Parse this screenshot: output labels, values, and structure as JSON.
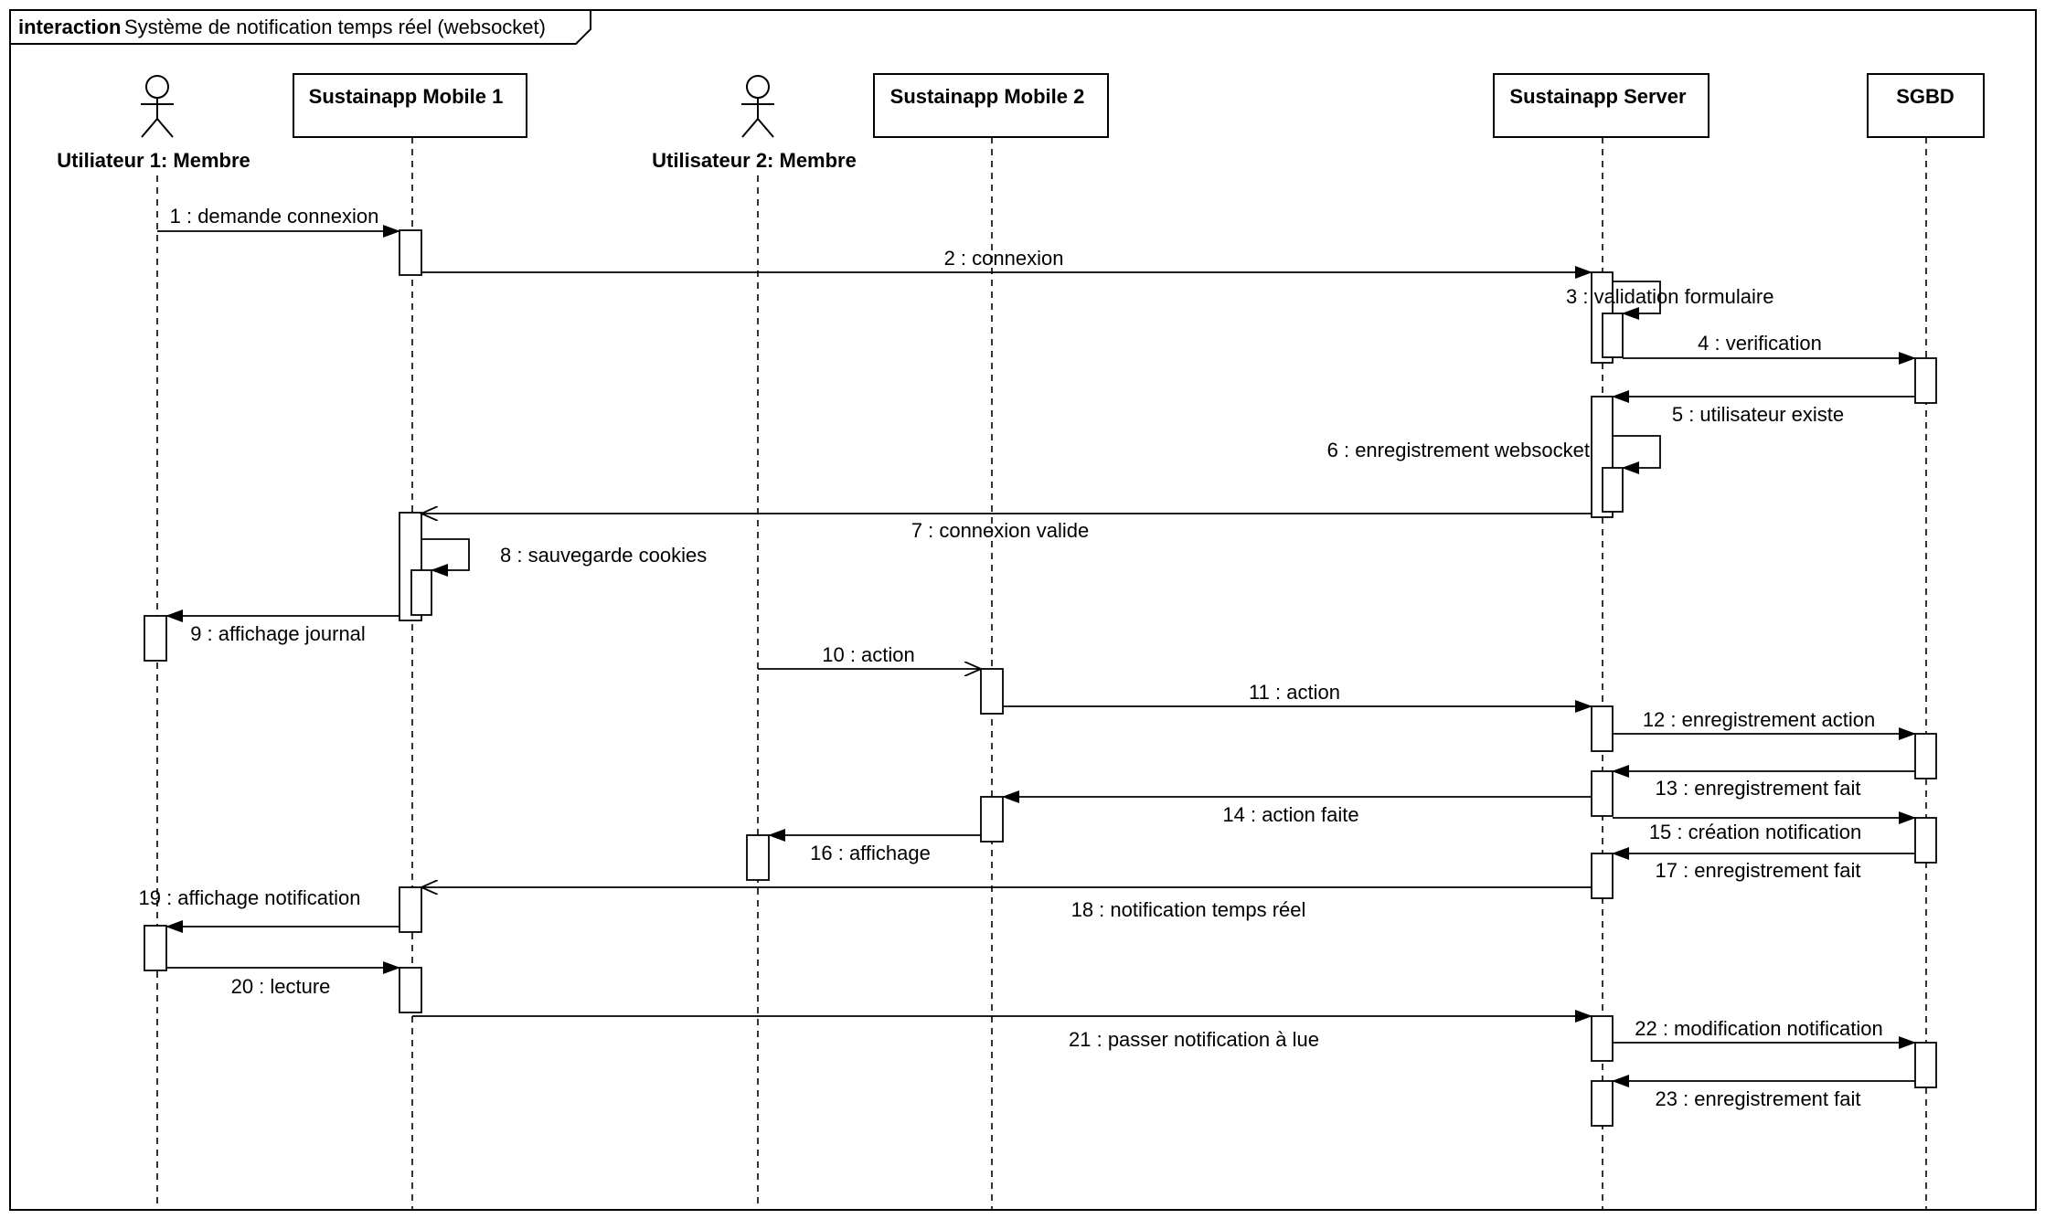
{
  "frame": {
    "keyword": "interaction",
    "title": "Système de notification temps réel (websocket)"
  },
  "lifelines": [
    {
      "id": "user1",
      "kind": "actor",
      "label": "Utiliateur 1: Membre"
    },
    {
      "id": "mobile1",
      "kind": "box",
      "label": "Sustainapp Mobile 1"
    },
    {
      "id": "user2",
      "kind": "actor",
      "label": "Utilisateur 2: Membre"
    },
    {
      "id": "mobile2",
      "kind": "box",
      "label": "Sustainapp Mobile 2"
    },
    {
      "id": "server",
      "kind": "box",
      "label": "Sustainapp Server"
    },
    {
      "id": "sgbd",
      "kind": "box",
      "label": "SGBD"
    }
  ],
  "messages": [
    {
      "n": 1,
      "label": "1 : demande connexion",
      "from": "user1",
      "to": "mobile1",
      "arrow": "sync"
    },
    {
      "n": 2,
      "label": "2 : connexion",
      "from": "mobile1",
      "to": "server",
      "arrow": "sync"
    },
    {
      "n": 3,
      "label": "3 : validation formulaire",
      "from": "server",
      "to": "server",
      "arrow": "sync"
    },
    {
      "n": 4,
      "label": "4 : verification",
      "from": "server",
      "to": "sgbd",
      "arrow": "sync"
    },
    {
      "n": 5,
      "label": "5 : utilisateur existe",
      "from": "sgbd",
      "to": "server",
      "arrow": "sync"
    },
    {
      "n": 6,
      "label": "6 : enregistrement websocket",
      "from": "server",
      "to": "server",
      "arrow": "sync"
    },
    {
      "n": 7,
      "label": "7 : connexion valide",
      "from": "server",
      "to": "mobile1",
      "arrow": "open"
    },
    {
      "n": 8,
      "label": "8 : sauvegarde cookies",
      "from": "mobile1",
      "to": "mobile1",
      "arrow": "sync"
    },
    {
      "n": 9,
      "label": "9 : affichage journal",
      "from": "mobile1",
      "to": "user1",
      "arrow": "sync"
    },
    {
      "n": 10,
      "label": "10 : action",
      "from": "user2",
      "to": "mobile2",
      "arrow": "open"
    },
    {
      "n": 11,
      "label": "11 : action",
      "from": "mobile2",
      "to": "server",
      "arrow": "sync"
    },
    {
      "n": 12,
      "label": "12 : enregistrement action",
      "from": "server",
      "to": "sgbd",
      "arrow": "sync"
    },
    {
      "n": 13,
      "label": "13 : enregistrement fait",
      "from": "sgbd",
      "to": "server",
      "arrow": "sync"
    },
    {
      "n": 14,
      "label": "14 : action faite",
      "from": "server",
      "to": "mobile2",
      "arrow": "sync"
    },
    {
      "n": 15,
      "label": "15 : création notification",
      "from": "server",
      "to": "sgbd",
      "arrow": "sync"
    },
    {
      "n": 16,
      "label": "16 : affichage",
      "from": "mobile2",
      "to": "user2",
      "arrow": "sync"
    },
    {
      "n": 17,
      "label": "17 : enregistrement fait",
      "from": "sgbd",
      "to": "server",
      "arrow": "sync"
    },
    {
      "n": 18,
      "label": "18 : notification temps réel",
      "from": "server",
      "to": "mobile1",
      "arrow": "open"
    },
    {
      "n": 19,
      "label": "19 : affichage notification",
      "from": "mobile1",
      "to": "user1",
      "arrow": "sync"
    },
    {
      "n": 20,
      "label": "20 : lecture",
      "from": "user1",
      "to": "mobile1",
      "arrow": "sync"
    },
    {
      "n": 21,
      "label": "21 : passer notification à lue",
      "from": "mobile1",
      "to": "server",
      "arrow": "sync"
    },
    {
      "n": 22,
      "label": "22 : modification notification",
      "from": "server",
      "to": "sgbd",
      "arrow": "sync"
    },
    {
      "n": 23,
      "label": "23 : enregistrement fait",
      "from": "sgbd",
      "to": "server",
      "arrow": "sync"
    }
  ]
}
